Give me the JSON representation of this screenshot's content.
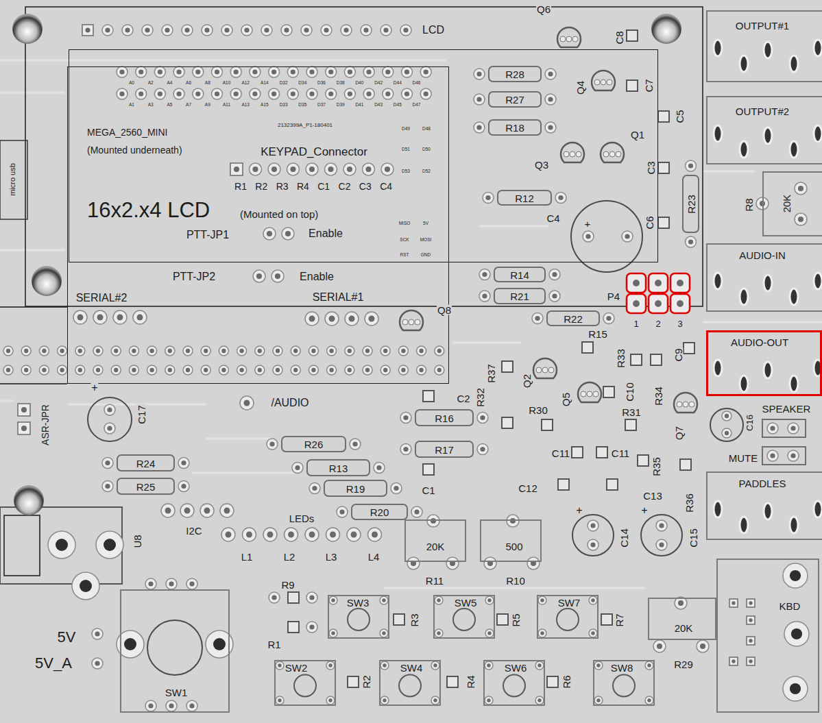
{
  "diagram": {
    "nodes": [
      {
        "text": [
          "MEGA_2560_MINI",
          "(Mounted underneath)"
        ]
      },
      {
        "text": [
          "16x2.x4 LCD",
          "(Mounted on top)"
        ]
      },
      {
        "text": [
          "OUTPUT#1"
        ]
      },
      {
        "text": [
          "R28"
        ]
      },
      {
        "text": [
          "R27"
        ]
      },
      {
        "text": [
          "OUTPUT#2"
        ]
      },
      {
        "text": [
          "R18"
        ]
      },
      {
        "text": [
          "R8",
          "20K"
        ]
      },
      {
        "text": [
          "R12"
        ]
      },
      {
        "text": [
          "R23"
        ]
      },
      {
        "text": [
          "AUDIO-IN"
        ]
      },
      {
        "text": [
          "R14"
        ]
      },
      {
        "text": [
          "R21"
        ]
      },
      {
        "text": [
          "R22"
        ]
      },
      {
        "text": [
          "AUDIO-OUT"
        ]
      },
      {
        "text": [
          "R26"
        ]
      },
      {
        "text": [
          "R16"
        ]
      },
      {
        "text": [
          "R17"
        ]
      },
      {
        "text": [
          "R24"
        ]
      },
      {
        "text": [
          "R13"
        ]
      },
      {
        "text": [
          "R25"
        ]
      },
      {
        "text": [
          "PADDLES"
        ]
      },
      {
        "text": [
          "R19"
        ]
      },
      {
        "text": [
          "R20"
        ]
      },
      {
        "text": [
          "20K",
          "R11"
        ]
      },
      {
        "text": [
          "500",
          "R10"
        ]
      },
      {
        "text": [
          "KBD"
        ]
      },
      {
        "text": [
          "SW1"
        ]
      },
      {
        "text": [
          "SW3"
        ]
      },
      {
        "text": [
          "SW5"
        ]
      },
      {
        "text": [
          "SW7"
        ]
      },
      {
        "text": [
          "20K",
          "R29"
        ]
      },
      {
        "text": [
          "SW2"
        ]
      },
      {
        "text": [
          "SW4"
        ]
      },
      {
        "text": [
          "SW6"
        ]
      },
      {
        "text": [
          "SW8"
        ]
      }
    ],
    "labels": [
      "LCD",
      "A0",
      "A2",
      "A4",
      "A6",
      "A8",
      "A10",
      "A12",
      "A14",
      "D32",
      "D34",
      "D36",
      "D38",
      "D40",
      "D42",
      "D44",
      "D46",
      "A1",
      "A3",
      "A5",
      "A7",
      "A9",
      "A11",
      "A13",
      "A15",
      "D33",
      "D35",
      "D37",
      "D39",
      "D41",
      "D43",
      "D45",
      "D47",
      "2132399A_P1-180401",
      "D49",
      "D48",
      "D51",
      "D50",
      "D53",
      "D52",
      "KEYPAD_Connector",
      "R1",
      "R2",
      "R3",
      "R4",
      "C1",
      "C2",
      "C3",
      "C4",
      "PTT-JP1",
      "Enable",
      "MISO",
      "5V",
      "SCK",
      "MOSI",
      "RST",
      "GND",
      "PTT-JP2",
      "Enable",
      "SERIAL#2",
      "SERIAL#1",
      "Q8",
      "micro usb",
      "Q6",
      "C8",
      "Q4",
      "C7",
      "C5",
      "Q1",
      "Q3",
      "C3",
      "C4",
      "+",
      "C6",
      "P4",
      "1",
      "2",
      "3",
      "R15",
      "R37",
      "Q2",
      "R33",
      "C9",
      "C10",
      "R32",
      "Q5",
      "R34",
      "/AUDIO",
      "+",
      "C17",
      "ASR-JPR",
      "C2",
      "R30",
      "R31",
      "Q7",
      "SPEAKER",
      "C16",
      "MUTE",
      "C11",
      "C11",
      "R35",
      "C1",
      "C12",
      "C13",
      "R36",
      "+",
      "+",
      "C14",
      "C15",
      "I2C",
      "LEDs",
      "U8",
      "L1",
      "L2",
      "L3",
      "L4",
      "R9",
      "R1",
      "5V",
      "5V_A",
      "R3",
      "R5",
      "R7",
      "R2",
      "R4",
      "R6"
    ]
  }
}
